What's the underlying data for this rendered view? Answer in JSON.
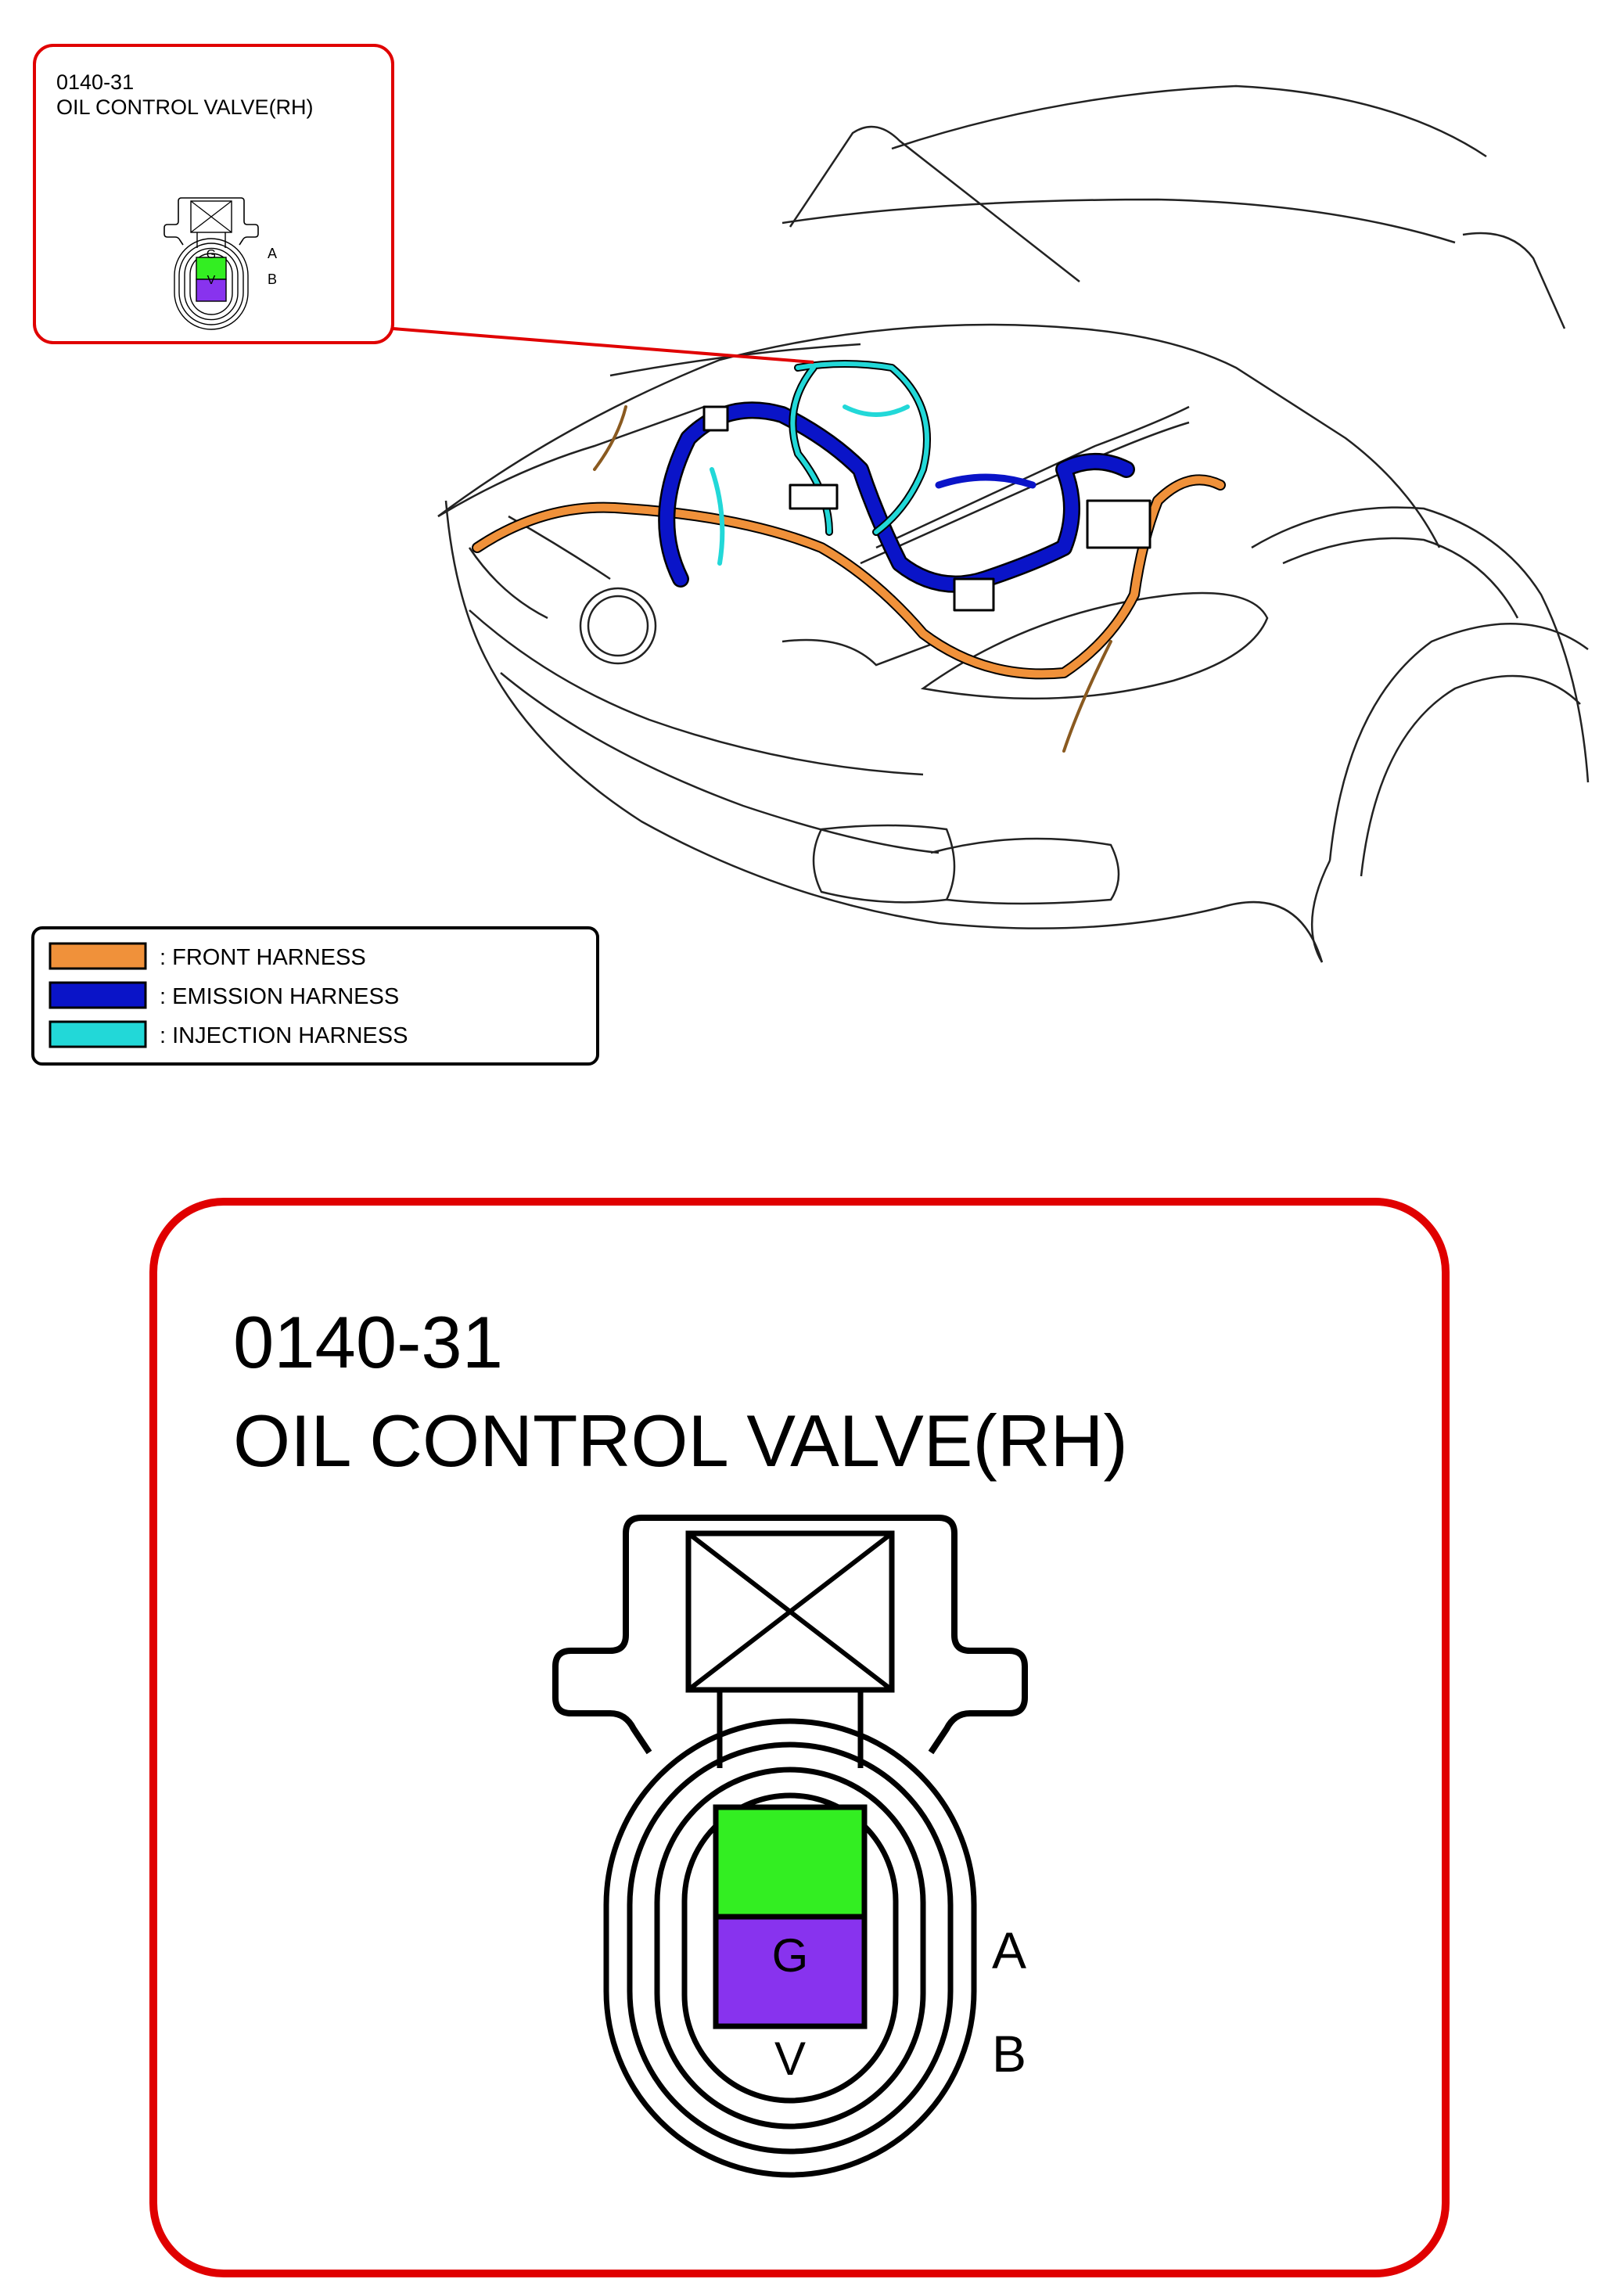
{
  "connector": {
    "code": "0140-31",
    "name": "OIL CONTROL VALVE(RH)",
    "pins": [
      {
        "pin": "A",
        "wire_color": "G",
        "fill": "#33ee22"
      },
      {
        "pin": "B",
        "wire_color": "V",
        "fill": "#8833ee"
      }
    ]
  },
  "legend": {
    "items": [
      {
        "label": ": FRONT HARNESS",
        "color": "#f0913a"
      },
      {
        "label": ": EMISSION HARNESS",
        "color": "#0a14c8"
      },
      {
        "label": ": INJECTION HARNESS",
        "color": "#22d8d8"
      }
    ]
  },
  "colors": {
    "callout_border": "#e00000",
    "leader_line": "#e00000",
    "outline": "#000000"
  }
}
